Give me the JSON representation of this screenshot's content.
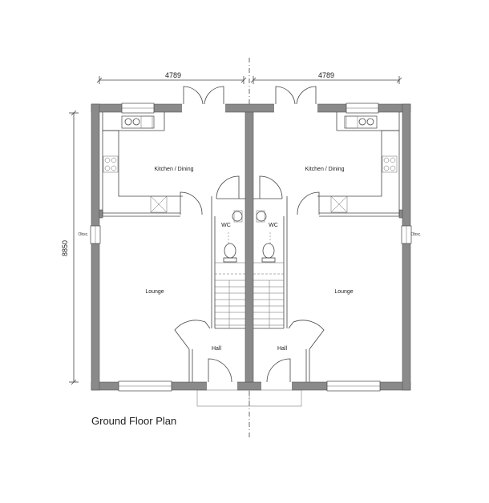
{
  "title": "Ground Floor Plan",
  "dimensions": {
    "width_left": "4789",
    "width_right": "4789",
    "depth": "8850"
  },
  "rooms": {
    "left": {
      "kitchen": "Kitchen / Dining",
      "wc": "WC",
      "lounge": "Lounge",
      "hall": "Hall",
      "obscured_window": "Obsc."
    },
    "right": {
      "kitchen": "Kitchen / Dining",
      "wc": "WC",
      "lounge": "Lounge",
      "hall": "Hall",
      "obscured_window": "Obsc."
    }
  },
  "colors": {
    "wall": "#8a8a8a",
    "line": "#444444",
    "background": "#ffffff"
  }
}
